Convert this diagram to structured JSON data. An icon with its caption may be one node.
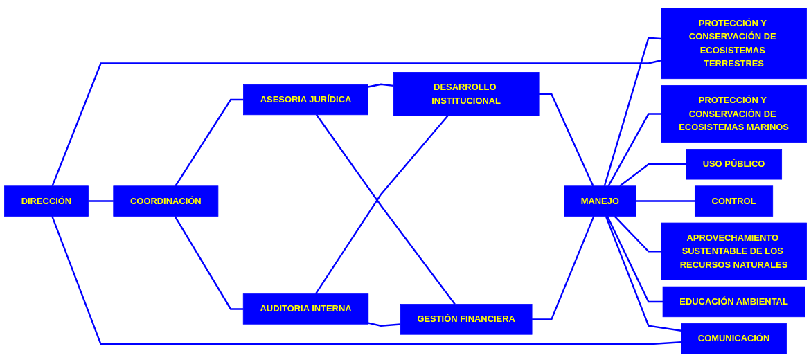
{
  "diagram": {
    "nodes": [
      {
        "text": [
          "DIRECCIÓN"
        ]
      },
      {
        "text": [
          "COORDINACIÓN"
        ]
      },
      {
        "text": [
          "ASESORIA JURÍDICA"
        ]
      },
      {
        "text": [
          "AUDITORIA INTERNA"
        ]
      },
      {
        "text": [
          "DESARROLLO INSTITUCIONAL"
        ]
      },
      {
        "text": [
          "GESTIÓN FINANCIERA"
        ]
      },
      {
        "text": [
          "MANEJO"
        ]
      },
      {
        "text": [
          "PROTECCIÓN Y CONSERVACIÓN DE ECOSISTEMAS TERRESTRES"
        ]
      },
      {
        "text": [
          "PROTECCIÓN Y CONSERVACIÓN DE ECOSISTEMAS MARINOS"
        ]
      },
      {
        "text": [
          "USO PÚBLICO"
        ]
      },
      {
        "text": [
          "CONTROL"
        ]
      },
      {
        "text": [
          "APROVECHAMIENTO SUSTENTABLE DE LOS RECURSOS NATURALES"
        ]
      },
      {
        "text": [
          "EDUCACIÓN AMBIENTAL"
        ]
      },
      {
        "text": [
          "COMUNICACIÓN"
        ]
      }
    ],
    "edges": [
      {
        "from": 0,
        "to": 1,
        "arrow": "none"
      },
      {
        "from": 1,
        "to": 2,
        "arrow": "none"
      },
      {
        "from": 1,
        "to": 3,
        "arrow": "none"
      },
      {
        "from": 2,
        "to": 4,
        "arrow": "none"
      },
      {
        "from": 2,
        "to": 5,
        "arrow": "none"
      },
      {
        "from": 3,
        "to": 4,
        "arrow": "none"
      },
      {
        "from": 3,
        "to": 5,
        "arrow": "none"
      },
      {
        "from": 4,
        "to": 6,
        "arrow": "none"
      },
      {
        "from": 5,
        "to": 6,
        "arrow": "none"
      },
      {
        "from": 6,
        "to": 7,
        "arrow": "none"
      },
      {
        "from": 6,
        "to": 8,
        "arrow": "none"
      },
      {
        "from": 6,
        "to": 9,
        "arrow": "none"
      },
      {
        "from": 6,
        "to": 10,
        "arrow": "none"
      },
      {
        "from": 6,
        "to": 11,
        "arrow": "none"
      },
      {
        "from": 6,
        "to": 12,
        "arrow": "none"
      },
      {
        "from": 6,
        "to": 13,
        "arrow": "none"
      },
      {
        "from": 0,
        "to": 7,
        "arrow": "none"
      },
      {
        "from": 0,
        "to": 13,
        "arrow": "none"
      }
    ]
  }
}
